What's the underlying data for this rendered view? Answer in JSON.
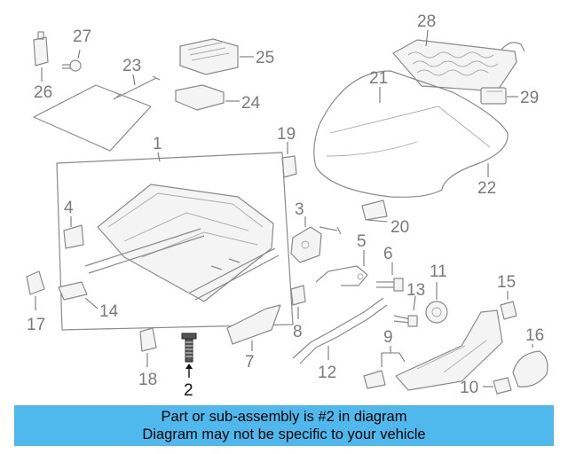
{
  "callouts": {
    "n1": "1",
    "n2": "2",
    "n3": "3",
    "n4": "4",
    "n5": "5",
    "n6": "6",
    "n7": "7",
    "n8": "8",
    "n9": "9",
    "n10": "10",
    "n11": "11",
    "n12": "12",
    "n13": "13",
    "n14": "14",
    "n15": "15",
    "n16": "16",
    "n17": "17",
    "n18": "18",
    "n19": "19",
    "n20": "20",
    "n21": "21",
    "n22": "22",
    "n23": "23",
    "n24": "24",
    "n25": "25",
    "n26": "26",
    "n27": "27",
    "n28": "28",
    "n29": "29"
  },
  "highlight_part": "2",
  "banner": {
    "line1": "Part or sub-assembly is #2 in diagram",
    "line2": "Diagram may not be specific to your vehicle",
    "background": "#4fb9ed"
  }
}
